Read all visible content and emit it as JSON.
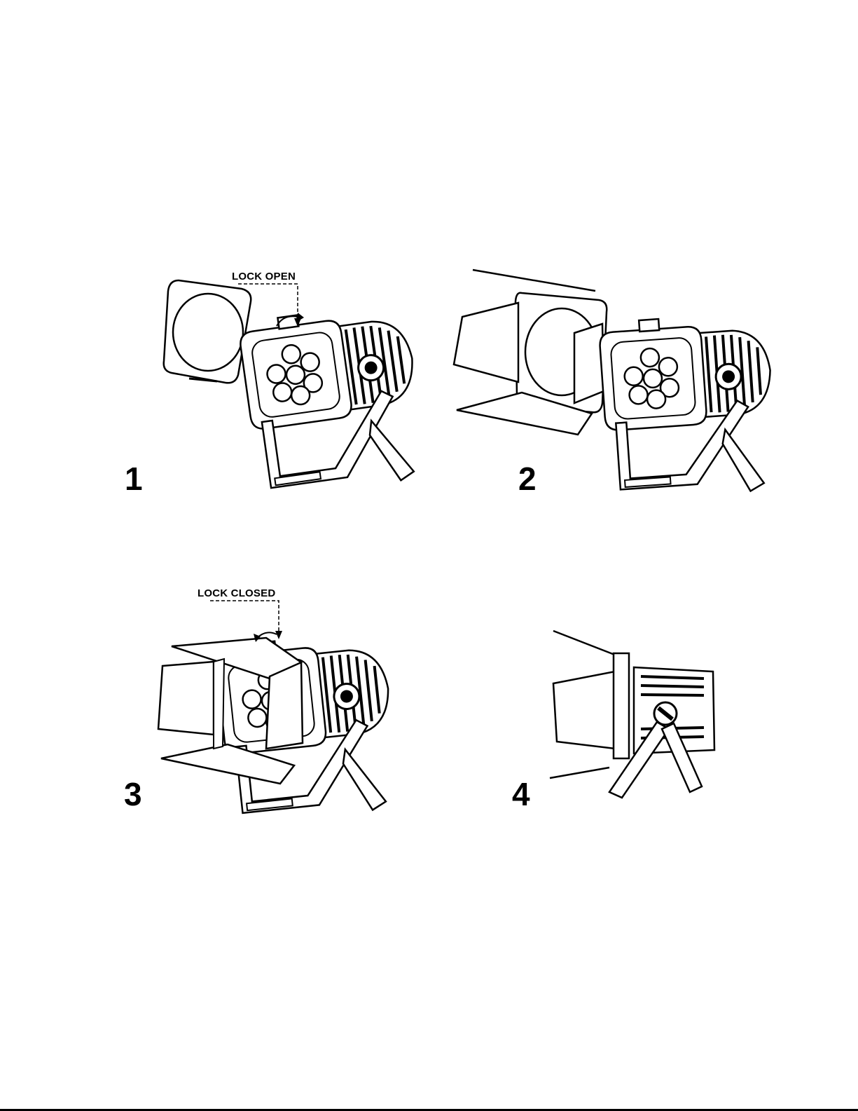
{
  "steps": [
    {
      "number": "1",
      "callout": "LOCK OPEN"
    },
    {
      "number": "2",
      "callout": ""
    },
    {
      "number": "3",
      "callout": "LOCK CLOSED"
    },
    {
      "number": "4",
      "callout": ""
    }
  ],
  "colors": {
    "ink": "#000000",
    "paper": "#ffffff"
  },
  "icons": [
    "diffuser-frame-icon",
    "par-light-fixture-icon",
    "barn-door-icon",
    "rotate-arrow-icon"
  ]
}
